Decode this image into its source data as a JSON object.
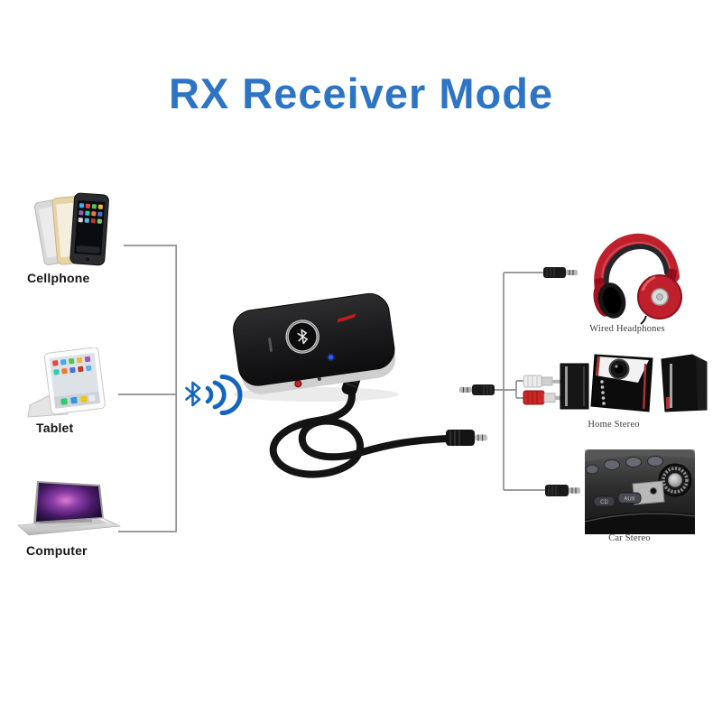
{
  "title": "RX Receiver Mode",
  "sources": {
    "cellphone": {
      "label": "Cellphone"
    },
    "tablet": {
      "label": "Tablet"
    },
    "computer": {
      "label": "Computer"
    }
  },
  "outputs": {
    "headphones": {
      "label": "Wired Headphones"
    },
    "home_stereo": {
      "label": "Home Stereo"
    },
    "car_stereo": {
      "label": "Car Stereo",
      "buttons": {
        "cd": "CD",
        "aux": "AUX"
      }
    }
  },
  "icons": {
    "bluetooth_signal": "bluetooth-rune-with-radiating-waves"
  },
  "colors": {
    "title_blue": "#2e74c4",
    "bluetooth_blue": "#1565c0",
    "connector_line_gray": "#8f8f8f",
    "device_black": "#181818",
    "headphones_red": "#c0202c",
    "rca_red": "#cc2626",
    "stereo_accent_red": "#b03030"
  }
}
